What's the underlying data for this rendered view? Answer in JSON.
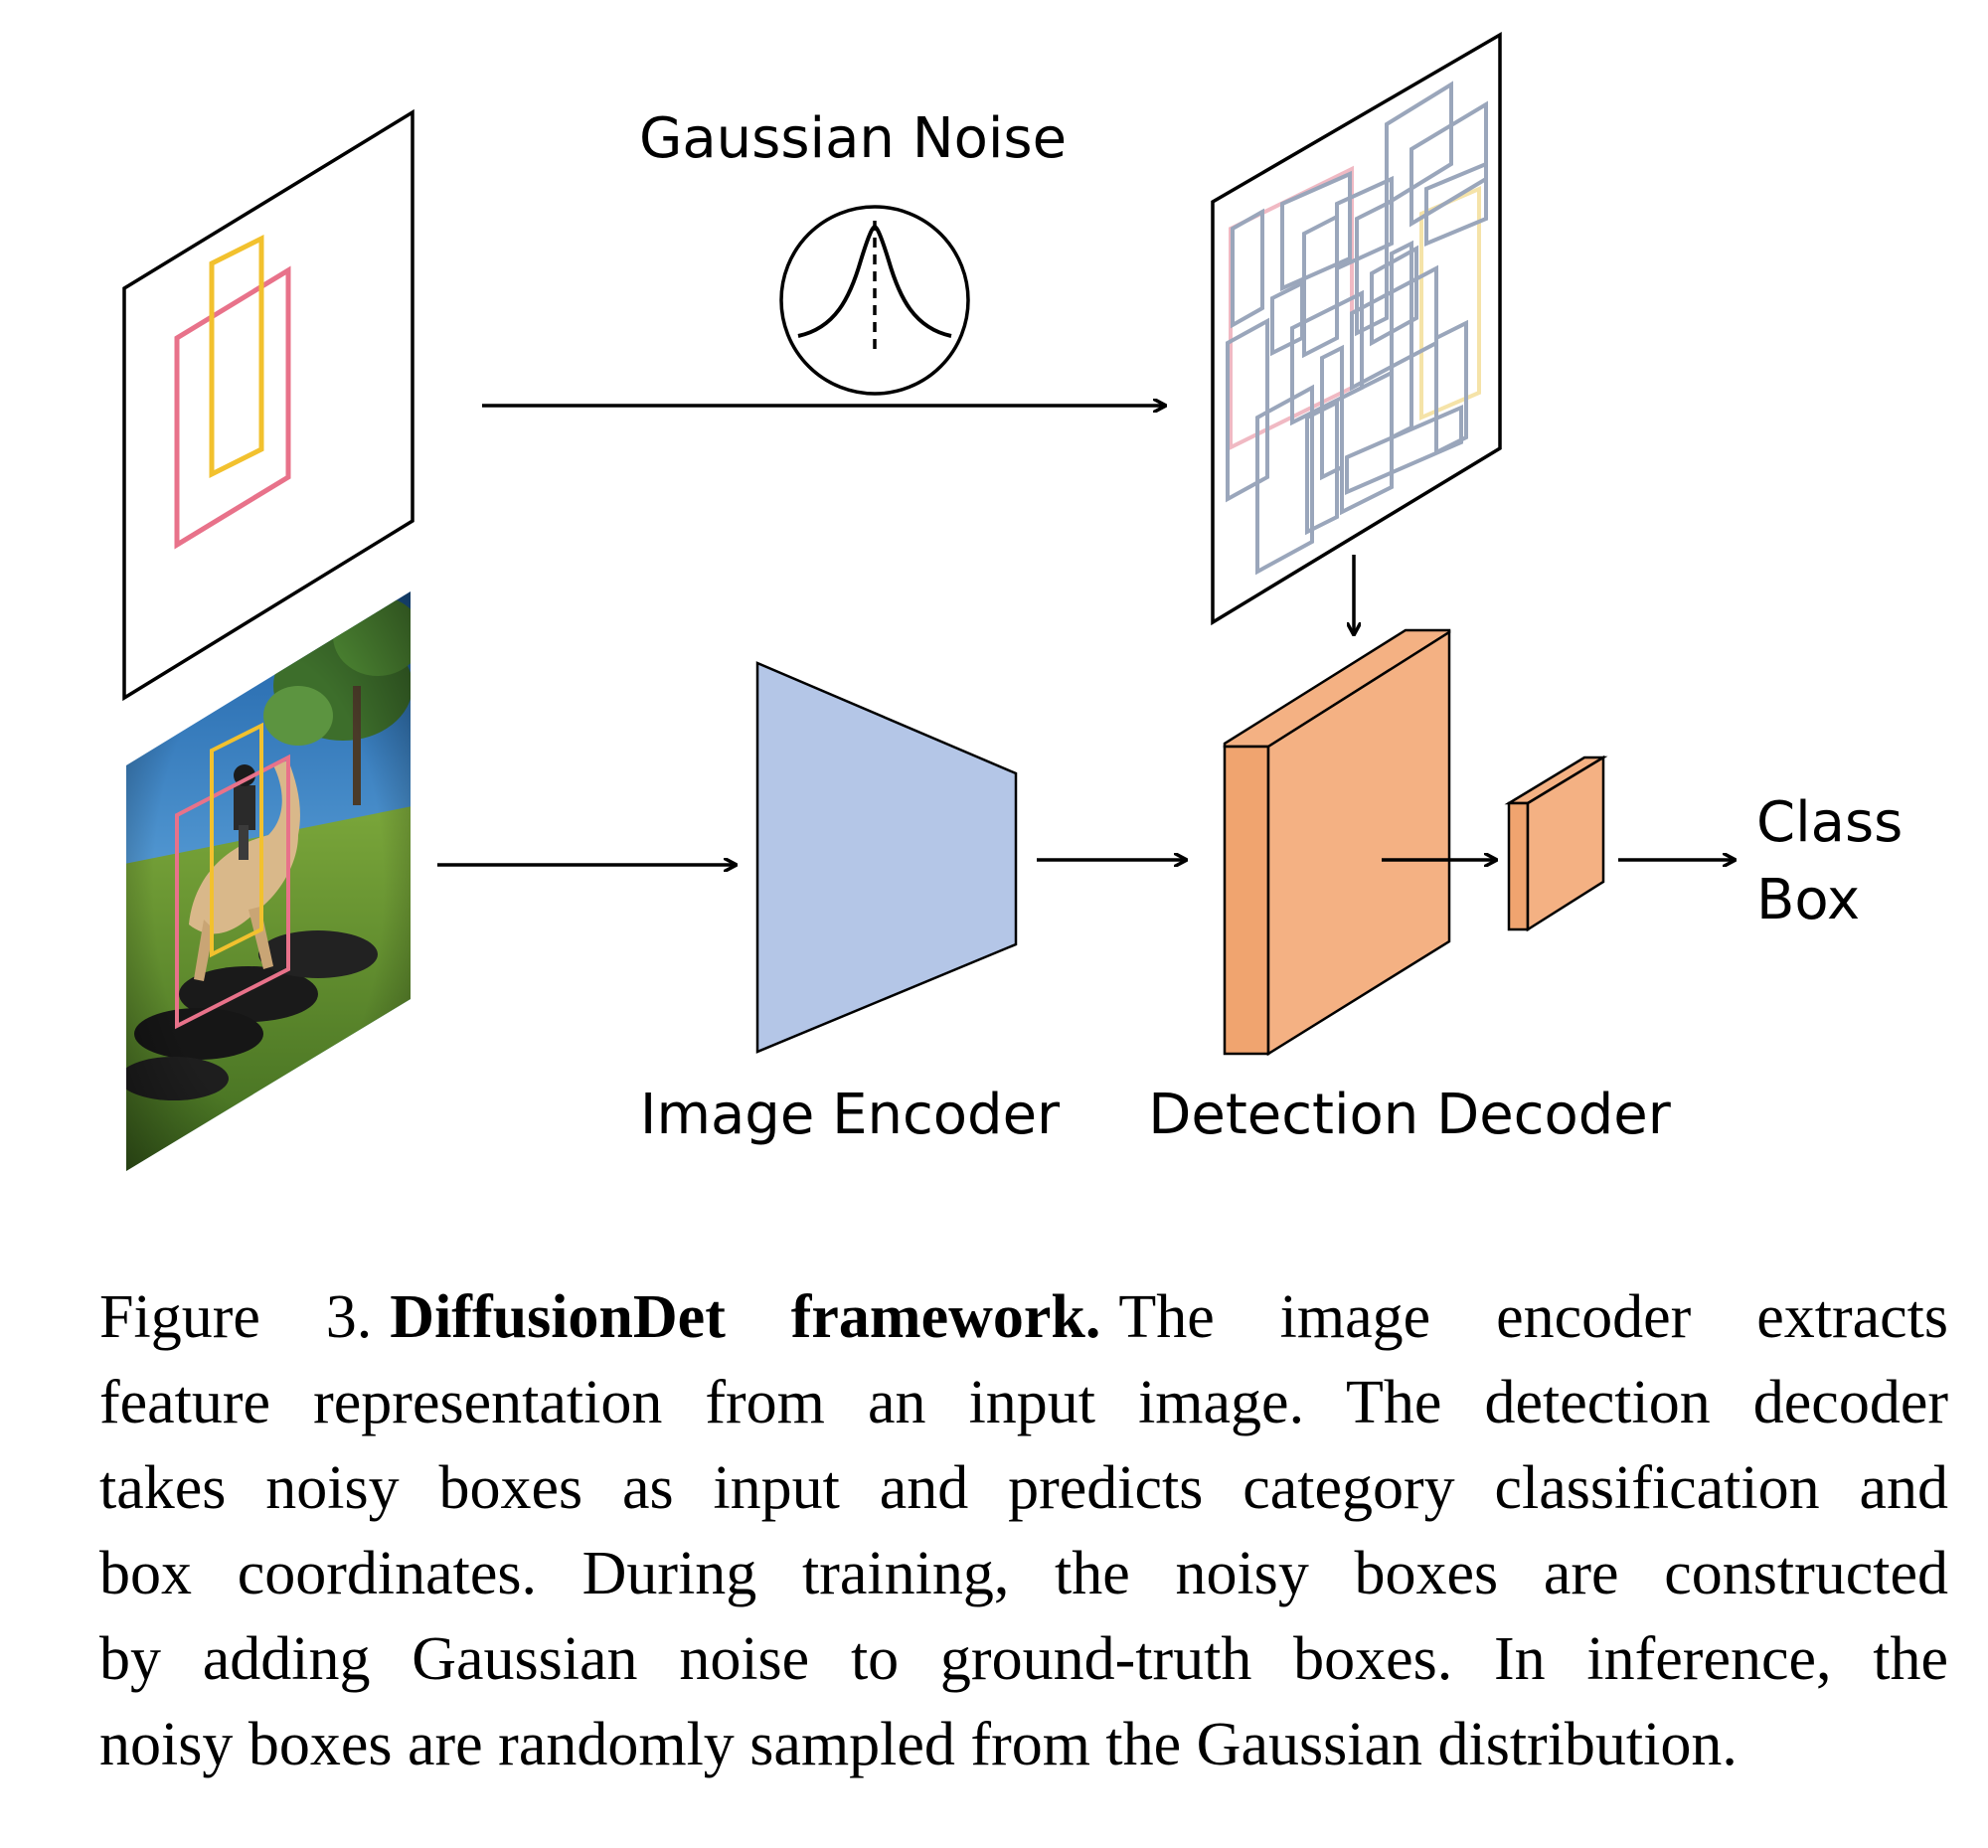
{
  "colors": {
    "gt_box_pink": "#e8728a",
    "gt_box_yellow": "#f2c12e",
    "noisy_box_gray": "#9aa6bb",
    "noisy_box_pink": "#f0b9c3",
    "noisy_box_yellow": "#f5e3a8",
    "encoder_fill": "#b4c6e7",
    "decoder_fill": "#f4b183",
    "decoder_side": "#f0a46f"
  },
  "icons": {
    "gaussian": "gaussian-curve-icon",
    "photo": "horse-rider-photo"
  },
  "diagram": {
    "gaussian_noise_label": "Gaussian Noise",
    "image_encoder_label": "Image Encoder",
    "detection_decoder_label": "Detection Decoder",
    "output_class_label": "Class",
    "output_box_label": "Box"
  },
  "caption": {
    "figure_number": "Figure 3.",
    "title": "DiffusionDet framework.",
    "line1_rest": "The image encoder extracts",
    "line2": "feature representation from an input image. The detection decoder",
    "line3": "takes noisy boxes as input and predicts category classification and",
    "line4": "box coordinates. During training, the noisy boxes are constructed",
    "line5": "by adding Gaussian noise to ground-truth boxes. In inference, the",
    "line6": "noisy boxes are randomly sampled from the Gaussian distribution."
  }
}
